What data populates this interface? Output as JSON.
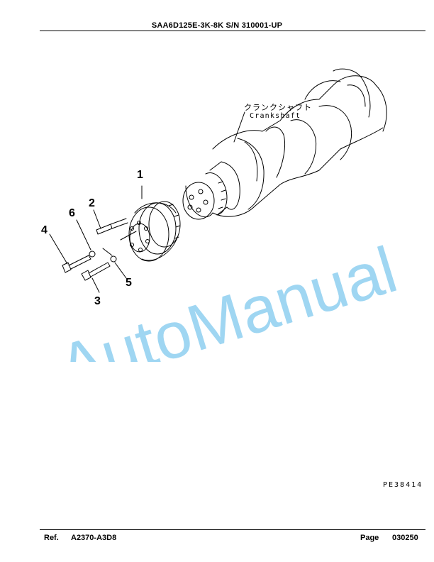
{
  "header": {
    "title": "SAA6D125E-3K-8K S/N 310001-UP"
  },
  "labels": {
    "crankshaft_jp": "クランクシャフト",
    "crankshaft_en": "Crankshaft",
    "drawing_code": "PE38414"
  },
  "callouts": [
    "1",
    "2",
    "3",
    "4",
    "5",
    "6"
  ],
  "watermark": {
    "text": "AutoManual",
    "color": "#8ecff0"
  },
  "footer": {
    "ref_label": "Ref.",
    "ref_value": "A2370-A3D8",
    "page_label": "Page",
    "page_value": "030250"
  }
}
